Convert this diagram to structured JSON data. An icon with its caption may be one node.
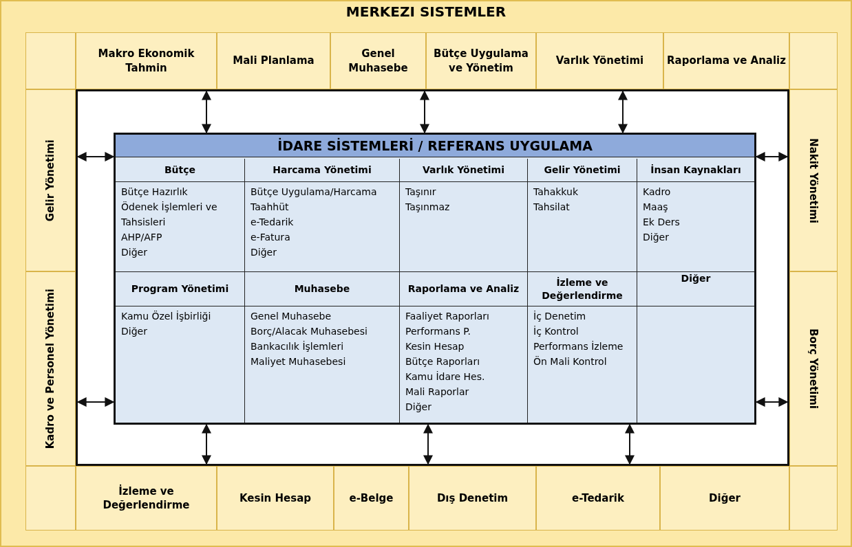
{
  "diagram": {
    "nodes": [
      {
        "text": [
          "MERKEZI SISTEMLER"
        ]
      },
      {
        "text": [],
        "shape": "box",
        "in": 0
      },
      {
        "text": [
          "Makro Ekonomik Tahmin"
        ],
        "in": 0
      },
      {
        "text": [
          "Mali Planlama"
        ],
        "in": 0
      },
      {
        "text": [
          "Genel Muhasebe"
        ],
        "in": 0
      },
      {
        "text": [
          "Bütçe Uygulama ve Yönetim"
        ],
        "in": 0
      },
      {
        "text": [
          "Varlık Yönetimi"
        ],
        "in": 0
      },
      {
        "text": [
          "Raporlama ve Analiz"
        ],
        "in": 0
      },
      {
        "text": [],
        "shape": "box",
        "in": 0
      },
      {
        "text": [
          "Gelir Yönetimi"
        ],
        "in": 0
      },
      {
        "text": [
          "Kadro ve Personel Yönetimi"
        ],
        "in": 0
      },
      {
        "text": [],
        "shape": "box",
        "in": 0
      },
      {
        "text": [
          "İDARE SİSTEMLERİ / REFERANS UYGULAMA"
        ],
        "in": 11
      },
      {
        "text": [
          "Bütçe",
          "Bütçe Hazırlık",
          "Ödenek İşlemleri ve Tahsisleri",
          "AHP/AFP",
          "Diğer"
        ],
        "in": 12
      },
      {
        "text": [
          "Harcama Yönetimi",
          "Bütçe Uygulama/Harcama",
          "Taahhüt",
          "e-Tedarik",
          "e-Fatura",
          "Diğer"
        ],
        "in": 12
      },
      {
        "text": [
          "Varlık Yönetimi",
          "Taşınır",
          "Taşınmaz"
        ],
        "in": 12
      },
      {
        "text": [
          "Gelir Yönetimi",
          "Tahakkuk",
          "Tahsilat"
        ],
        "in": 12
      },
      {
        "text": [
          "İnsan Kaynakları",
          "Kadro",
          "Maaş",
          "Ek Ders",
          "Diğer"
        ],
        "in": 12
      },
      {
        "text": [
          "Program Yönetimi",
          "Kamu Özel İşbirliği",
          "Diğer"
        ],
        "in": 12
      },
      {
        "text": [
          "Muhasebe",
          "Genel Muhasebe",
          "Borç/Alacak Muhasebesi",
          "Bankacılık İşlemleri",
          "Maliyet Muhasebesi"
        ],
        "in": 12
      },
      {
        "text": [
          "Raporlama ve Analiz",
          "Faaliyet Raporları",
          "Performans P.",
          "Kesin Hesap",
          "Bütçe Raporları",
          "Kamu İdare Hes.",
          "Mali Raporlar",
          "Diğer"
        ],
        "in": 12
      },
      {
        "text": [
          "İzleme ve Değerlendirme",
          "İç Denetim",
          "İç Kontrol",
          "Performans İzleme",
          "Ön Mali Kontrol"
        ],
        "in": 12
      },
      {
        "text": [
          "Diğer"
        ],
        "in": 12
      },
      {
        "text": [
          "Nakit Yönetimi"
        ],
        "in": 0
      },
      {
        "text": [
          "Borç Yönetimi"
        ],
        "in": 0
      },
      {
        "text": [],
        "shape": "box",
        "in": 0
      },
      {
        "text": [
          "İzleme ve Değerlendirme"
        ],
        "in": 0
      },
      {
        "text": [
          "Kesin Hesap"
        ],
        "in": 0
      },
      {
        "text": [
          "e-Belge"
        ],
        "in": 0
      },
      {
        "text": [
          "Dış Denetim"
        ],
        "in": 0
      },
      {
        "text": [
          "e-Tedarik"
        ],
        "in": 0
      },
      {
        "text": [
          "Diğer"
        ],
        "in": 0
      },
      {
        "text": [],
        "shape": "box",
        "in": 0
      }
    ],
    "edges": [
      {
        "from": 12,
        "to": 2,
        "arrow": "both"
      },
      {
        "from": 12,
        "to": 5,
        "arrow": "both"
      },
      {
        "from": 12,
        "to": 6,
        "arrow": "both"
      },
      {
        "from": 12,
        "to": 9,
        "arrow": "both"
      },
      {
        "from": 12,
        "to": 10,
        "arrow": "both"
      },
      {
        "from": 12,
        "to": 23,
        "arrow": "both"
      },
      {
        "from": 12,
        "to": 24,
        "arrow": "both"
      },
      {
        "from": 12,
        "to": 26,
        "arrow": "both"
      },
      {
        "from": 12,
        "to": 29,
        "arrow": "both"
      },
      {
        "from": 12,
        "to": 30,
        "arrow": "both"
      }
    ]
  }
}
